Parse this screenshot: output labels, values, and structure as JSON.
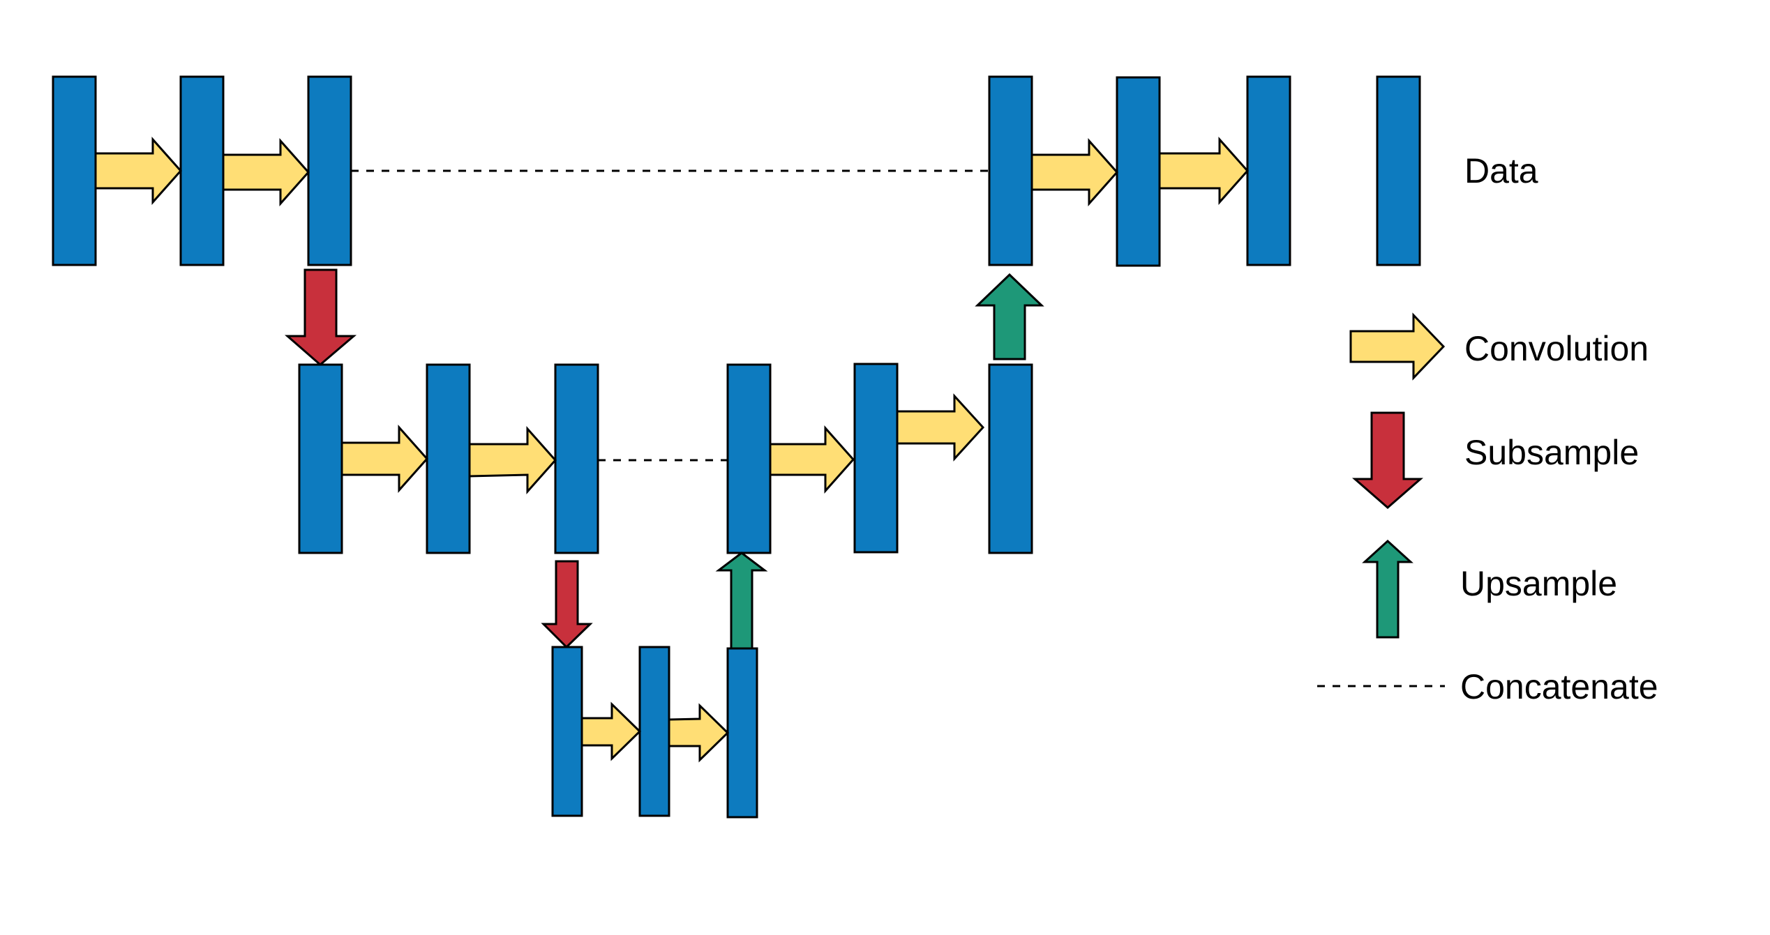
{
  "diagram": {
    "colors": {
      "data_block": "#0D7BBF",
      "convolution": "#FFDE75",
      "subsample": "#C8303C",
      "upsample": "#1E9878",
      "outline": "#000000",
      "background": "#FFFFFF"
    },
    "legend": {
      "data": "Data",
      "convolution": "Convolution",
      "subsample": "Subsample",
      "upsample": "Upsample",
      "concatenate": "Concatenate"
    }
  }
}
